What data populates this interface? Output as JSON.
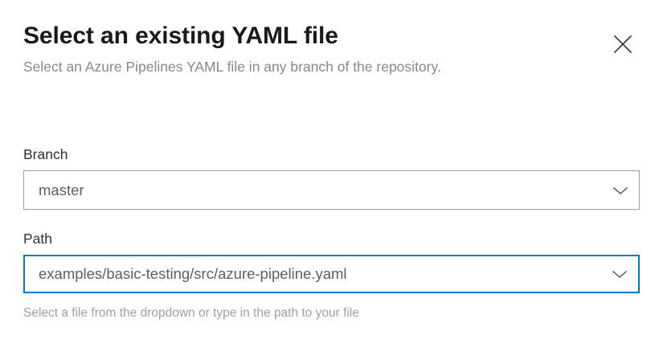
{
  "dialog": {
    "title": "Select an existing YAML file",
    "subtitle": "Select an Azure Pipelines YAML file in any branch of the repository.",
    "close_icon": "close-icon"
  },
  "colors": {
    "title_text": "#1b1a19",
    "subtitle_text": "#8a8886",
    "label_text": "#323130",
    "value_text": "#605e5c",
    "hint_text": "#a19f9d",
    "border_default": "#a19f9d",
    "border_focused": "#0078d4",
    "background": "#ffffff"
  },
  "form": {
    "branch": {
      "label": "Branch",
      "value": "master",
      "placeholder": "Select a branch",
      "chevron_icon": "chevron-down-icon",
      "focused": false
    },
    "path": {
      "label": "Path",
      "value": "examples/basic-testing/src/azure-pipeline.yaml",
      "placeholder": "Select a path",
      "chevron_icon": "chevron-down-icon",
      "hint": "Select a file from the dropdown or type in the path to your file",
      "focused": true
    }
  }
}
